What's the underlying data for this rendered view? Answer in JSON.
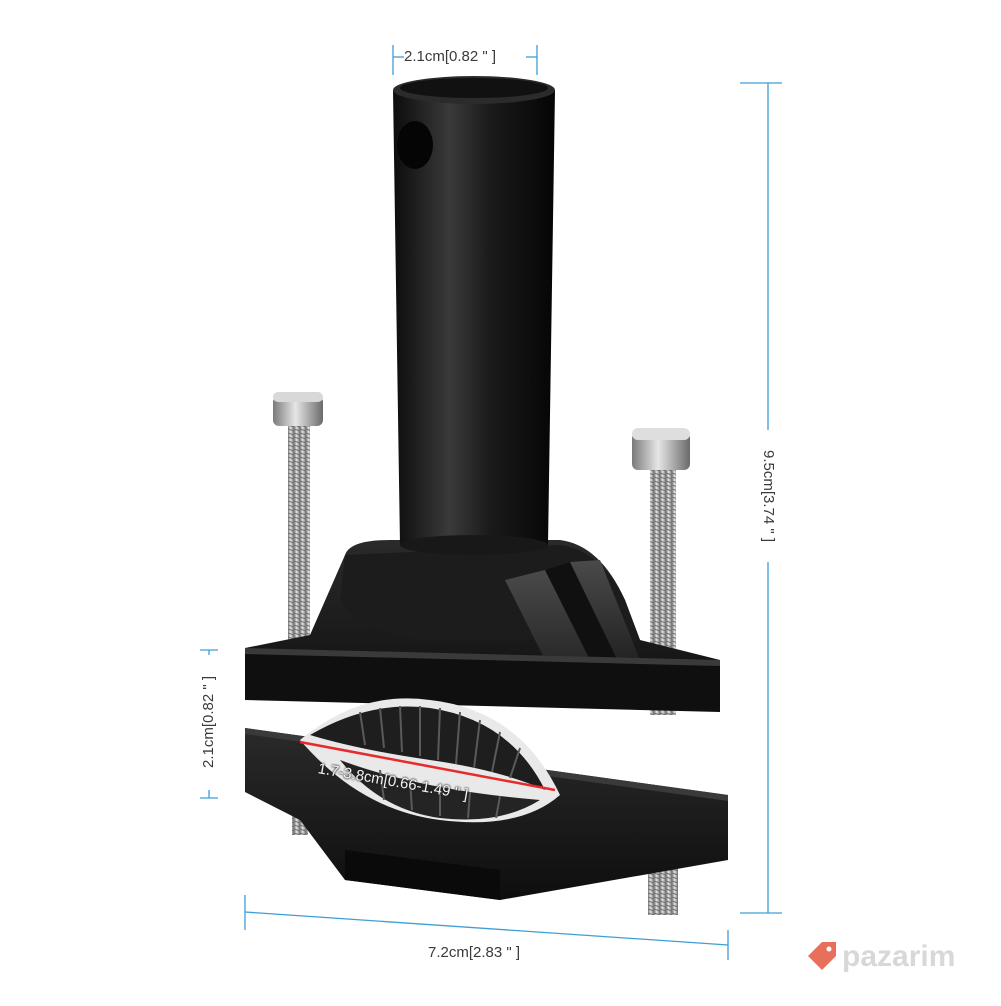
{
  "dimensions": {
    "top_width": "2.1cm[0.82 \" ]",
    "height": "9.5cm[3.74 \" ]",
    "clamp_height": "2.1cm[0.82 \" ]",
    "clamp_range": "1.7-3.8cm[0.66-1.49 \" ]",
    "base_width": "7.2cm[2.83 \" ]"
  },
  "watermark": {
    "text": "pazarim"
  },
  "colors": {
    "dimension_line": "#3d9fd6",
    "clamp_line": "#e52b2b",
    "product_black": "#141414",
    "bolt_steel": "#b8b8b8",
    "watermark_accent": "#e8705a"
  },
  "icons": {
    "watermark_logo": "price-tag-icon"
  }
}
